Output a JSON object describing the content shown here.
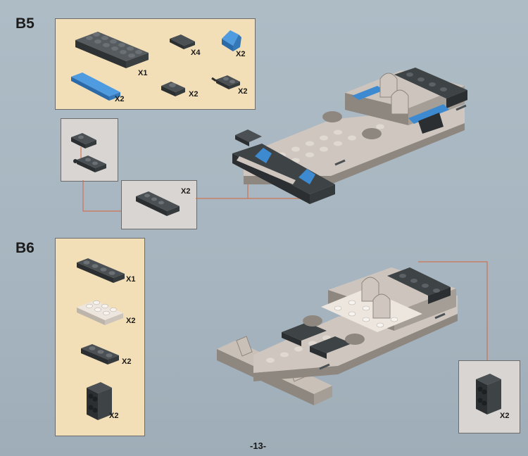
{
  "steps": {
    "b5": {
      "label": "B5",
      "parts": [
        {
          "name": "dark-plate-2x6",
          "qty": "X1"
        },
        {
          "name": "blue-tile-1x6",
          "qty": "X2"
        },
        {
          "name": "dark-tile-1x2",
          "qty": "X4"
        },
        {
          "name": "blue-slope",
          "qty": "X2"
        },
        {
          "name": "dark-jumper-plate",
          "qty": "X2"
        },
        {
          "name": "dark-plate-with-bar",
          "qty": "X2"
        }
      ],
      "subassembly_qty": "X2"
    },
    "b6": {
      "label": "B6",
      "parts": [
        {
          "name": "dark-plate-1x4",
          "qty": "X1"
        },
        {
          "name": "tan-plate-2x4",
          "qty": "X2"
        },
        {
          "name": "dark-plate-1x3",
          "qty": "X2"
        },
        {
          "name": "dark-bracket",
          "qty": "X2"
        }
      ],
      "callout_qty": "X2"
    }
  },
  "page_number": "-13-",
  "colors": {
    "background": "#a9b7c2",
    "parts_panel": "#f3dfb7",
    "sub_panel": "#d9d5d2",
    "dark_brick": "#3e4346",
    "blue_brick": "#3d8ad1",
    "tan_brick": "#c9c1b8",
    "leader_line": "#d5643a"
  }
}
